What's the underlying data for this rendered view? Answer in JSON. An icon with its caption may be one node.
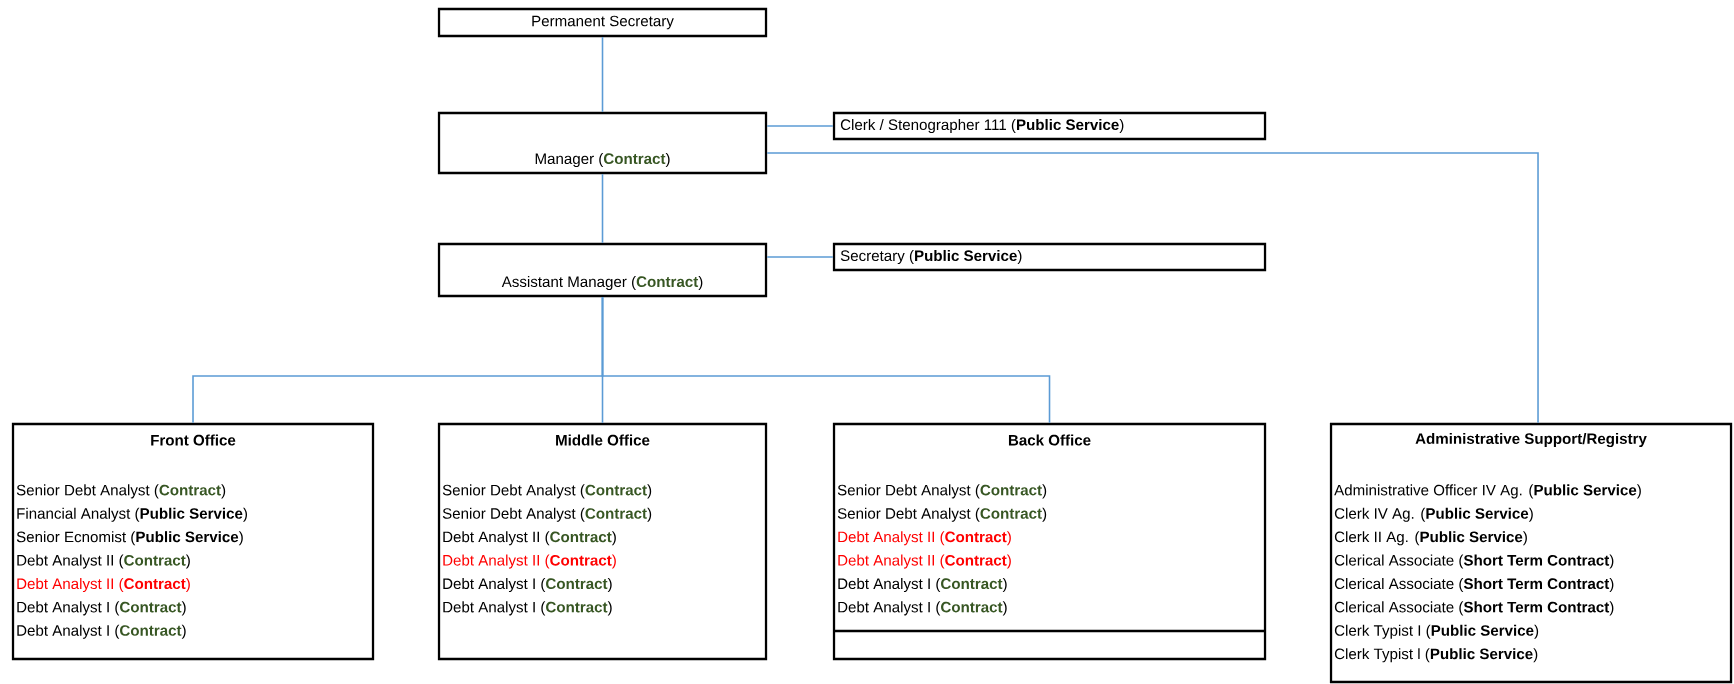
{
  "diagram": {
    "nodes": [
      {
        "text": [
          "Permanent Secretary"
        ]
      },
      {
        "text": [
          "Manager (**Contract**)"
        ]
      },
      {
        "text": [
          "Clerk / Stenographer 111  (**Public Service**)"
        ]
      },
      {
        "text": [
          "Assistant Manager (**Contract**)"
        ]
      },
      {
        "text": [
          "Secretary (**Public Service**)"
        ]
      },
      {
        "text": [
          "Front Office",
          "Senior Debt Analyst (**Contract**)",
          "Financial Analyst (**Public Service**)",
          "Senior Ecnomist (**Public Service**)",
          "Debt Analyst II (**Contract**)",
          "Debt Analyst II (**Contract**)",
          "Debt Analyst I (**Contract**)",
          "Debt Analyst I (**Contract**)"
        ]
      },
      {
        "text": [
          "Middle Office",
          "Senior Debt Analyst (**Contract**)",
          "Senior Debt Analyst (**Contract**)",
          "Debt Analyst II (**Contract**)",
          "Debt Analyst II (**Contract**)",
          "Debt Analyst I (**Contract**)",
          "Debt Analyst I (**Contract**)"
        ]
      },
      {
        "text": [
          "Back Office",
          "Senior Debt Analyst (**Contract**)",
          "Senior Debt Analyst (**Contract**)",
          "Debt Analyst II (**Contract**)",
          "Debt Analyst II (**Contract**)",
          "Debt Analyst I (**Contract**)",
          "Debt Analyst I (**Contract**)"
        ]
      },
      {
        "text": [
          "Administrative Support/Registry",
          "Administrative Officer IV Ag. (**Public Service**)",
          "Clerk IV Ag.  (**Public Service**)",
          "Clerk II Ag. (**Public Service**)",
          "Clerical Associate (**Short Term Contract**)",
          "Clerical Associate (**Short Term Contract**)",
          "Clerical Associate (**Short Term Contract**)",
          "Clerk Typist I (**Public Service**)",
          "Clerk Typist l (**Public Service**)"
        ]
      }
    ],
    "edges": [
      {
        "from": 0,
        "to": 1,
        "arrow": "none"
      },
      {
        "from": 1,
        "to": 2,
        "arrow": "none"
      },
      {
        "from": 1,
        "to": 3,
        "arrow": "none"
      },
      {
        "from": 1,
        "to": 8,
        "arrow": "none"
      },
      {
        "from": 3,
        "to": 4,
        "arrow": "none"
      },
      {
        "from": 3,
        "to": 5,
        "arrow": "none"
      },
      {
        "from": 3,
        "to": 6,
        "arrow": "none"
      },
      {
        "from": 3,
        "to": 7,
        "arrow": "none"
      }
    ]
  }
}
